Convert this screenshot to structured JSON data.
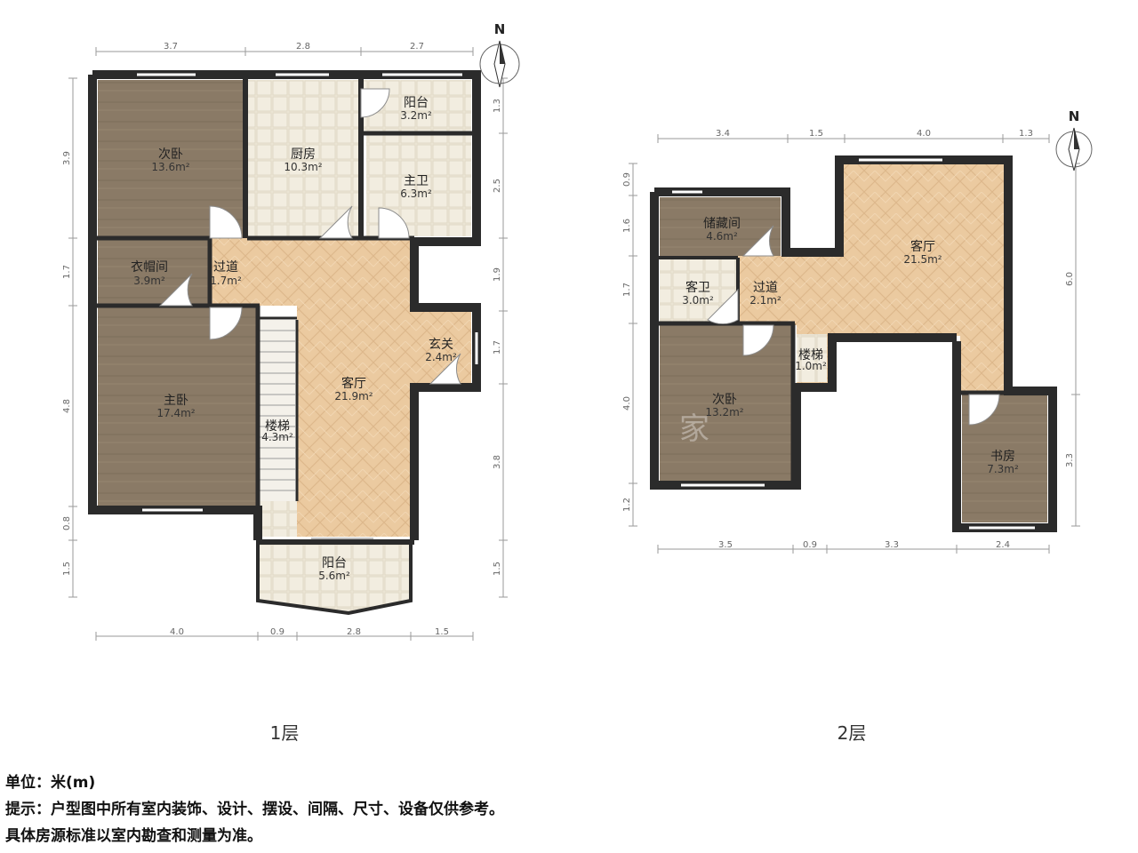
{
  "floor1": {
    "label": "1层",
    "rooms": {
      "ciwo": {
        "name": "次卧",
        "area": "13.6m²"
      },
      "chufang": {
        "name": "厨房",
        "area": "10.3m²"
      },
      "yangtai_top": {
        "name": "阳台",
        "area": "3.2m²"
      },
      "zhuwei": {
        "name": "主卫",
        "area": "6.3m²"
      },
      "yimaojian": {
        "name": "衣帽间",
        "area": "3.9m²"
      },
      "guodao": {
        "name": "过道",
        "area": "1.7m²"
      },
      "xuanguan": {
        "name": "玄关",
        "area": "2.4m²"
      },
      "zhuwo": {
        "name": "主卧",
        "area": "17.4m²"
      },
      "keting": {
        "name": "客厅",
        "area": "21.9m²"
      },
      "louti": {
        "name": "楼梯",
        "area": "4.3m²"
      },
      "yangtai_bottom": {
        "name": "阳台",
        "area": "5.6m²"
      }
    },
    "dims_top": [
      "3.7",
      "2.8",
      "2.7"
    ],
    "dims_bottom": [
      "4.0",
      "0.9",
      "2.8",
      "1.5"
    ],
    "dims_left": [
      "3.9",
      "1.7",
      "4.8",
      "0.8",
      "1.5"
    ],
    "dims_right": [
      "1.3",
      "2.5",
      "1.9",
      "1.7",
      "3.8",
      "1.5"
    ]
  },
  "floor2": {
    "label": "2层",
    "rooms": {
      "chucangjian": {
        "name": "储藏间",
        "area": "4.6m²"
      },
      "keting": {
        "name": "客厅",
        "area": "21.5m²"
      },
      "kewei": {
        "name": "客卫",
        "area": "3.0m²"
      },
      "guodao": {
        "name": "过道",
        "area": "2.1m²"
      },
      "louti": {
        "name": "楼梯",
        "area": "1.0m²"
      },
      "ciwo": {
        "name": "次卧",
        "area": "13.2m²"
      },
      "shufang": {
        "name": "书房",
        "area": "7.3m²"
      }
    },
    "dims_top": [
      "3.4",
      "1.5",
      "4.0",
      "1.3"
    ],
    "dims_bottom": [
      "3.5",
      "0.9",
      "3.3",
      "2.4"
    ],
    "dims_left": [
      "0.9",
      "1.6",
      "1.7",
      "4.0",
      "1.2"
    ],
    "dims_right": [
      "6.0",
      "3.3"
    ]
  },
  "compass": {
    "north": "N"
  },
  "watermark": "家",
  "notes": {
    "unit": "单位：米(m)",
    "hint": "提示：户型图中所有室内装饰、设计、摆设、间隔、尺寸、设备仅供参考。",
    "standard": "具体房源标准以室内勘查和测量为准。"
  },
  "colors": {
    "wall": "#2b2b2b",
    "wood_dark": "#8a7a66",
    "wood_light": "#e8c79e",
    "tile": "#ece6d6"
  }
}
